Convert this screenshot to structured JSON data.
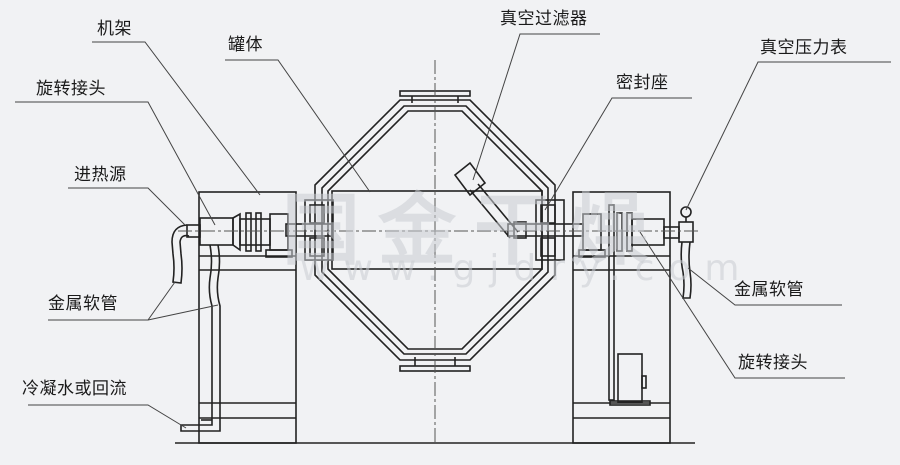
{
  "diagram": {
    "title": "双锥回转真空干燥机结构示意图",
    "watermark": {
      "text": "国金干燥",
      "url": "www.gjdry.com"
    },
    "labels": {
      "frame": "机架",
      "tank_body": "罐体",
      "rotary_joint_left": "旋转接头",
      "heat_inlet": "进热源",
      "metal_hose_left": "金属软管",
      "condensate_return": "冷凝水或回流",
      "vacuum_filter": "真空过滤器",
      "seal_seat": "密封座",
      "vacuum_gauge": "真空压力表",
      "metal_hose_right": "金属软管",
      "rotary_joint_right": "旋转接头"
    },
    "colors": {
      "line": "#222222",
      "leader": "#444444",
      "background": "#f1f2f4"
    }
  }
}
